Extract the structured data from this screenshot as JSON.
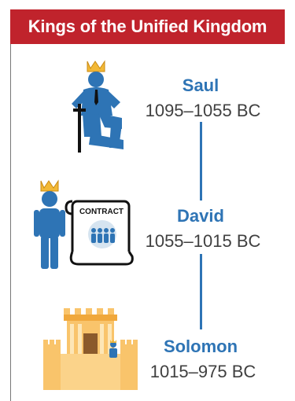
{
  "title": "Kings of the Unified Kingdom",
  "contract_label": "CONTRACT",
  "kings": [
    {
      "name": "Saul",
      "years": "1095–1055 BC"
    },
    {
      "name": "David",
      "years": "1055–1015 BC"
    },
    {
      "name": "Solomon",
      "years": "1015–975 BC"
    }
  ],
  "colors": {
    "header": "#c0232c",
    "name": "#2e74b5",
    "figure": "#2e74b5",
    "crown": "#f2b836",
    "palace": "#f9c46b"
  },
  "icons": [
    "kneeling-king-icon",
    "king-figure-icon",
    "contract-scroll-icon",
    "palace-icon"
  ]
}
